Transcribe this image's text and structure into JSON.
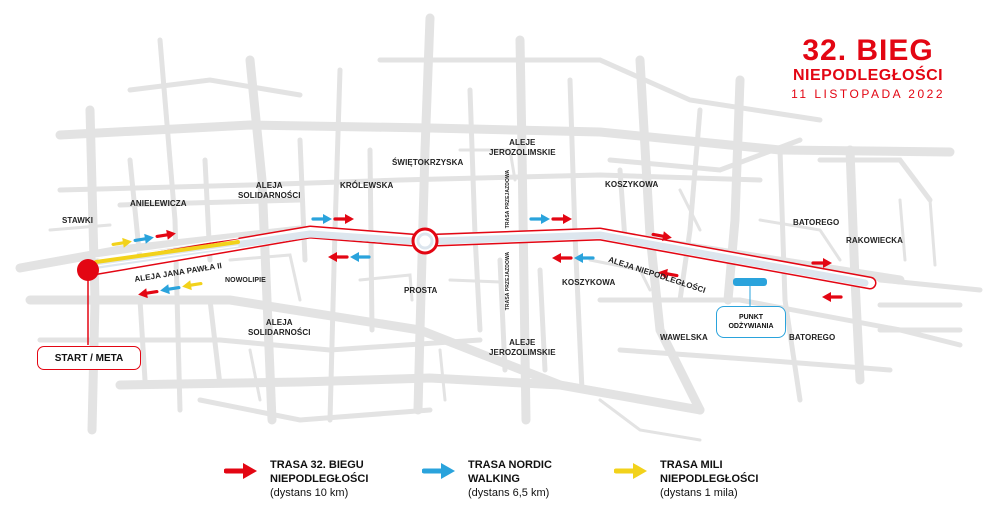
{
  "title": {
    "line1": "32. BIEG",
    "line2": "NIEPODLEGŁOŚCI",
    "date": "11 LISTOPADA 2022"
  },
  "start_label": "START / META",
  "feed_point": {
    "line1": "PUNKT",
    "line2": "ODŻYWIANIA"
  },
  "streets": {
    "stawki": "STAWKI",
    "anielewicza": "ANIELEWICZA",
    "aleja_solidarnosci_top_1": "ALEJA",
    "aleja_solidarnosci_top_2": "SOLIDARNOŚCI",
    "krolewska": "KRÓLEWSKA",
    "swietokrzyska": "ŚWIĘTOKRZYSKA",
    "aleje_jerozolimskie_top_1": "ALEJE",
    "aleje_jerozolimskie_top_2": "JEROZOLIMSKIE",
    "koszykowa_top": "KOSZYKOWA",
    "batorego_top": "BATOREGO",
    "rakowiecka": "RAKOWIECKA",
    "trasa_przejazdowa_top": "TRASA PRZEJAZDOWA",
    "trasa_przejazdowa_bottom": "TRASA PRZEJAZDOWA",
    "aleja_jana_pawla": "ALEJA JANA PAWŁA II",
    "nowolipie": "NOWOLIPIE",
    "aleja_solidarnosci_bottom_1": "ALEJA",
    "aleja_solidarnosci_bottom_2": "SOLIDARNOŚCI",
    "prosta": "PROSTA",
    "koszykowa_bottom": "KOSZYKOWA",
    "aleja_niepodleglosci": "ALEJA NIEPODLEGŁOŚCI",
    "wawelska": "WAWELSKA",
    "batorego_bottom": "BATOREGO",
    "aleje_jerozolimskie_bottom_1": "ALEJE",
    "aleje_jerozolimskie_bottom_2": "JEROZOLIMSKIE"
  },
  "legend": [
    {
      "name_1": "TRASA 32. BIEGU",
      "name_2": "NIEPODLEGŁOŚCI",
      "distance": "(dystans 10 km)",
      "color": "#e30613"
    },
    {
      "name_1": "TRASA NORDIC",
      "name_2": "WALKING",
      "distance": "(dystans 6,5 km)",
      "color": "#2aa3dc"
    },
    {
      "name_1": "TRASA MILI",
      "name_2": "NIEPODLEGŁOŚCI",
      "distance": "(dystans 1 mila)",
      "color": "#f2d21b"
    }
  ],
  "colors": {
    "run_route": "#e30613",
    "nordic_route": "#2aa3dc",
    "mile_route": "#f2d21b",
    "streets": "#e2e2e2"
  }
}
